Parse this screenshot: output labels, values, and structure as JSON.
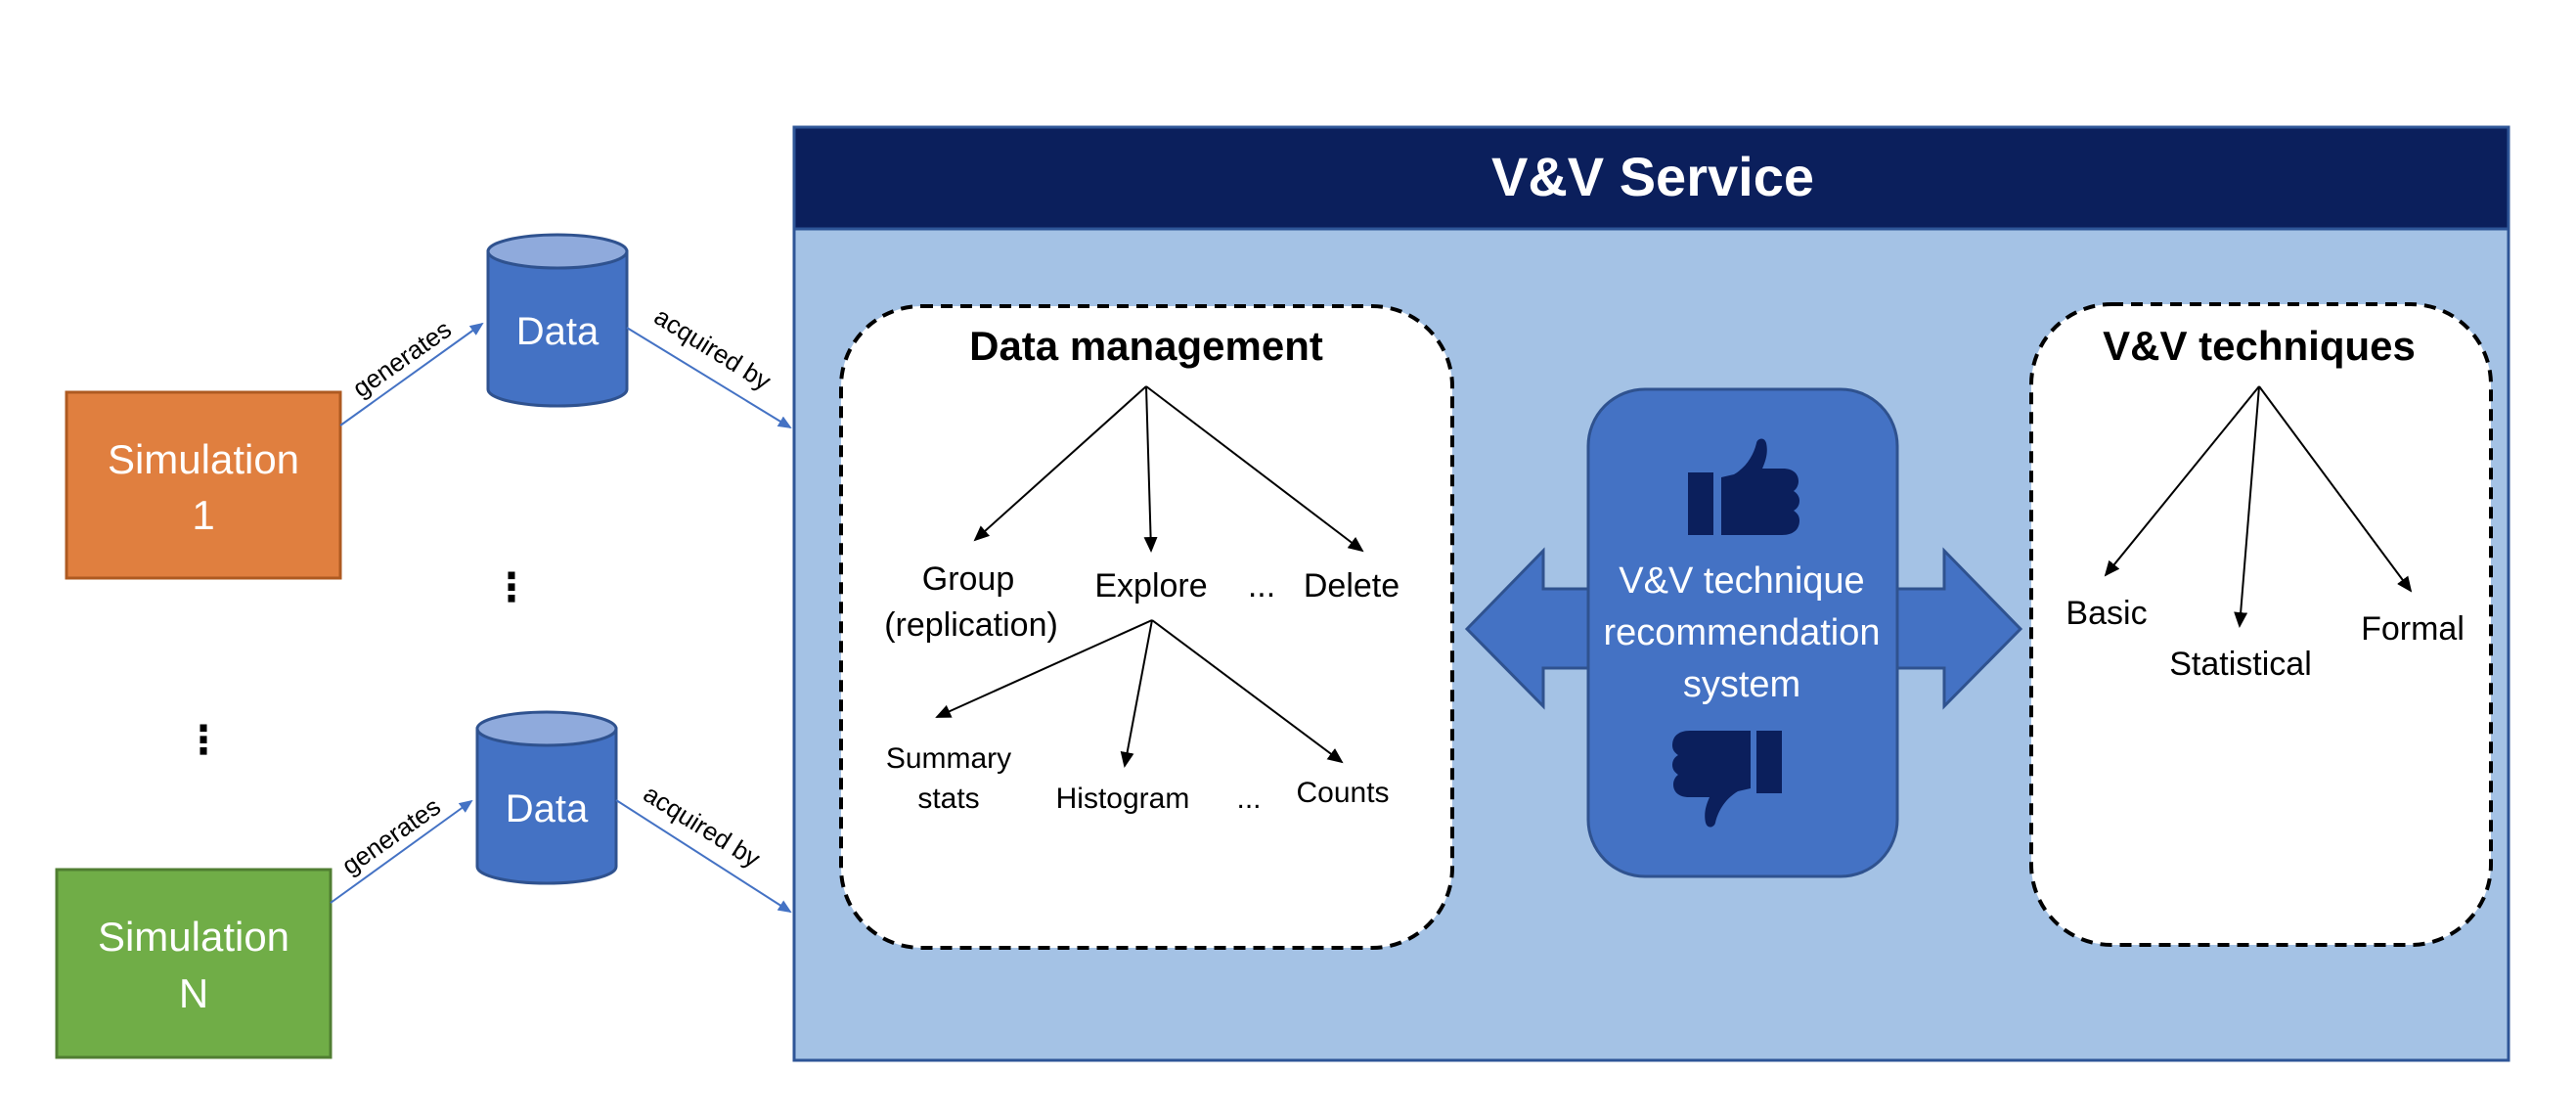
{
  "colors": {
    "simulation_1": "#E07F3F",
    "simulation_1_border": "#AE5A21",
    "simulation_n": "#70AD47",
    "simulation_n_border": "#507E32",
    "database_fill": "#4472C4",
    "database_top": "#8FAADC",
    "database_border": "#2F528F",
    "arrow_blue": "#4472C4",
    "service_header": "#0B1F5C",
    "service_body": "#A4C2E5",
    "service_border": "#2E5597",
    "center_panel": "#4472C4",
    "big_arrow": "#4472C4",
    "thumb_icon": "#0B1F5C"
  },
  "sources": {
    "sim1": {
      "label_line1": "Simulation",
      "label_line2": "1"
    },
    "simN": {
      "label_line1": "Simulation",
      "label_line2": "N"
    },
    "vertical_ellipsis": "⋮",
    "data_label": "Data",
    "generates_label": "generates",
    "acquired_label": "acquired by"
  },
  "service": {
    "title": "V&V Service"
  },
  "data_management": {
    "title": "Data management",
    "children": {
      "group_line1": "Group",
      "group_line2": "(replication)",
      "explore": "Explore",
      "ellipsis": "...",
      "delete": "Delete"
    },
    "explore_children": {
      "summary_line1": "Summary",
      "summary_line2": "stats",
      "histogram": "Histogram",
      "ellipsis": "...",
      "counts": "Counts"
    }
  },
  "recommendation": {
    "line1": "V&V technique",
    "line2": "recommendation",
    "line3": "system",
    "icon_up": "thumbs-up-icon",
    "icon_down": "thumbs-down-icon"
  },
  "techniques": {
    "title": "V&V techniques",
    "basic": "Basic",
    "statistical": "Statistical",
    "formal": "Formal"
  }
}
